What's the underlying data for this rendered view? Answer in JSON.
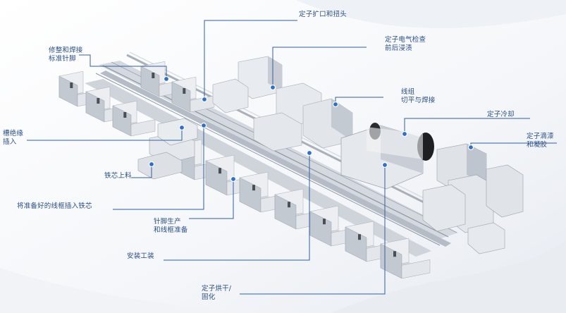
{
  "diagram": {
    "callouts": [
      {
        "id": "stator-expand-twist",
        "text": "定子扩口和扭头"
      },
      {
        "id": "shape-weld-pin",
        "text": "修整和焊接\n标准针脚"
      },
      {
        "id": "stator-electric-test",
        "text": "定子电气检查\n前后浸渍"
      },
      {
        "id": "wire-cut-flat-weld",
        "text": "线组\n切平与焊接"
      },
      {
        "id": "stator-cooling",
        "text": "定子冷却"
      },
      {
        "id": "slot-insulation-insert",
        "text": "槽绝缘\n插入"
      },
      {
        "id": "stator-drip-gel",
        "text": "定子滴漆\n和凝胶"
      },
      {
        "id": "core-loading",
        "text": "铁芯上料"
      },
      {
        "id": "insert-wire-frame-core",
        "text": "将准备好的线框插入铁芯"
      },
      {
        "id": "pin-production",
        "text": "针脚生产\n和线框准备"
      },
      {
        "id": "assembly-fixture",
        "text": "安装工装"
      },
      {
        "id": "stator-drying-curing",
        "text": "定子烘干/\n固化"
      }
    ],
    "colors": {
      "label": "#2a4f86",
      "leader": "#2f5fa0",
      "marker": "#2f6fd0",
      "machine_light": "#e6e9ee",
      "machine_mid": "#c7ccd4",
      "machine_dark": "#8e96a2"
    }
  }
}
